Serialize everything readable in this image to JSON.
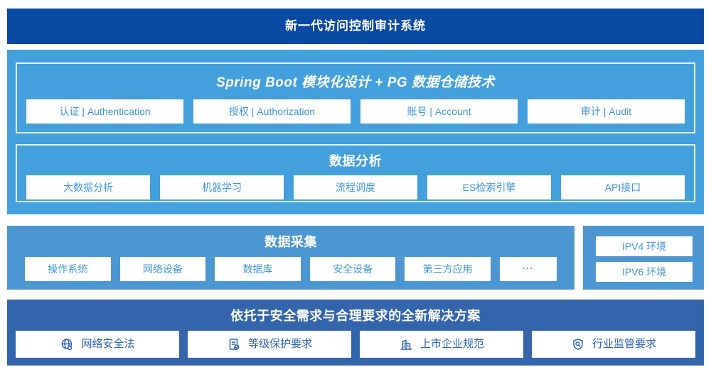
{
  "banner": {
    "title": "新一代访问控制审计系统"
  },
  "platform": {
    "modules_section": {
      "title": "Spring Boot 模块化设计 + PG 数据仓储技术",
      "items": [
        "认证 | Authentication",
        "授权 | Authorization",
        "账号 | Account",
        "审计 | Audit"
      ]
    },
    "analysis_section": {
      "title": "数据分析",
      "items": [
        "大数据分析",
        "机器学习",
        "流程调度",
        "ES检索引擎",
        "API接口"
      ]
    }
  },
  "collection_section": {
    "title": "数据采集",
    "items": [
      "操作系统",
      "网络设备",
      "数据库",
      "安全设备",
      "第三方应用"
    ],
    "more": "⋯"
  },
  "environment_section": {
    "items": [
      "IPV4 环境",
      "IPV6 环境"
    ]
  },
  "solution_section": {
    "title": "依托于安全需求与合理要求的全新解决方案",
    "items": [
      {
        "label": "网络安全法",
        "icon": "globe-icon"
      },
      {
        "label": "等级保护要求",
        "icon": "document-check-icon"
      },
      {
        "label": "上市企业规范",
        "icon": "building-icon"
      },
      {
        "label": "行业监管要求",
        "icon": "shield-search-icon"
      }
    ]
  },
  "colors": {
    "banner-bg": "#0b4aa3",
    "light-bg": "#44a0dc",
    "muted-bg": "#4c97d1",
    "dark-bg": "#3365ac",
    "box-text": "#3e97d6",
    "dark-box-text": "#2e64ad"
  }
}
